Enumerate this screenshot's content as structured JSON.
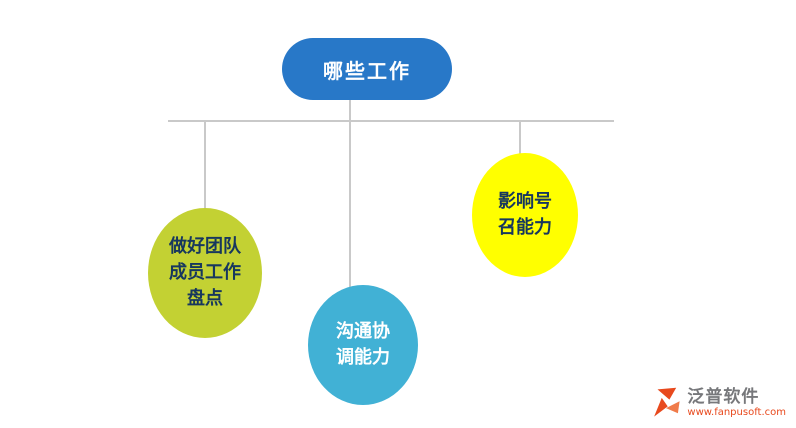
{
  "diagram": {
    "root": {
      "label": "哪些工作",
      "bg": "#2878C8",
      "text_color": "#FFFFFF"
    },
    "nodes": [
      {
        "label": "做好团队\n成员工作\n盘点",
        "bg": "#C3D133",
        "text_color": "#17375E"
      },
      {
        "label": "沟通协\n调能力",
        "bg": "#41B1D5",
        "text_color": "#FFFFFF"
      },
      {
        "label": "影响号\n召能力",
        "bg": "#FFFF00",
        "text_color": "#17375E"
      }
    ],
    "connector_color": "#C9C9C9"
  },
  "watermark": {
    "brand": "泛普软件",
    "url": "www.fanpusoft.com",
    "brand_color": "#77787B",
    "accent_color": "#E8491D"
  }
}
